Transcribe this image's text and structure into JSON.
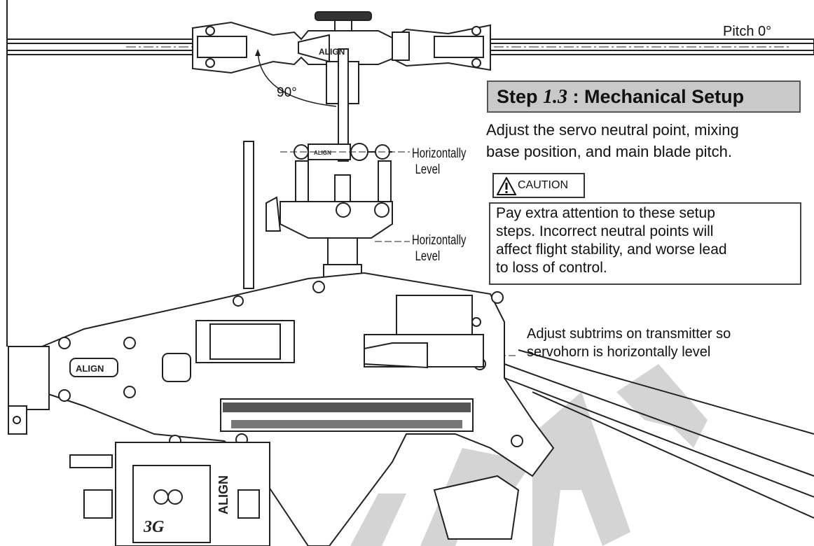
{
  "labels": {
    "pitch": "Pitch 0°",
    "angle": "90°",
    "level_upper": [
      "Horizontally",
      "Level"
    ],
    "level_lower": [
      "Horizontally",
      "Level"
    ],
    "servo_note": [
      "Adjust subtrims on transmitter so",
      "servohorn is horizontally level"
    ]
  },
  "step": {
    "prefix": "Step ",
    "number": "1.3",
    "title": " : Mechanical Setup"
  },
  "intro": [
    "Adjust the servo neutral point, mixing",
    "base position, and main blade pitch."
  ],
  "caution": {
    "label": "CAUTION",
    "text": [
      "Pay extra attention to these setup",
      "steps.  Incorrect neutral points will",
      "affect flight stability, and worse lead",
      "to loss of control."
    ]
  },
  "logos": {
    "watermark": "ALIGN",
    "frame_badge": "ALIGN",
    "esc_brand": "ALIGN",
    "head_brand": "ALIGN",
    "esc_model": "3G"
  },
  "colors": {
    "line": "#222222",
    "box_fill": "#c9c9c9",
    "watermark": "#cfcfcf"
  }
}
